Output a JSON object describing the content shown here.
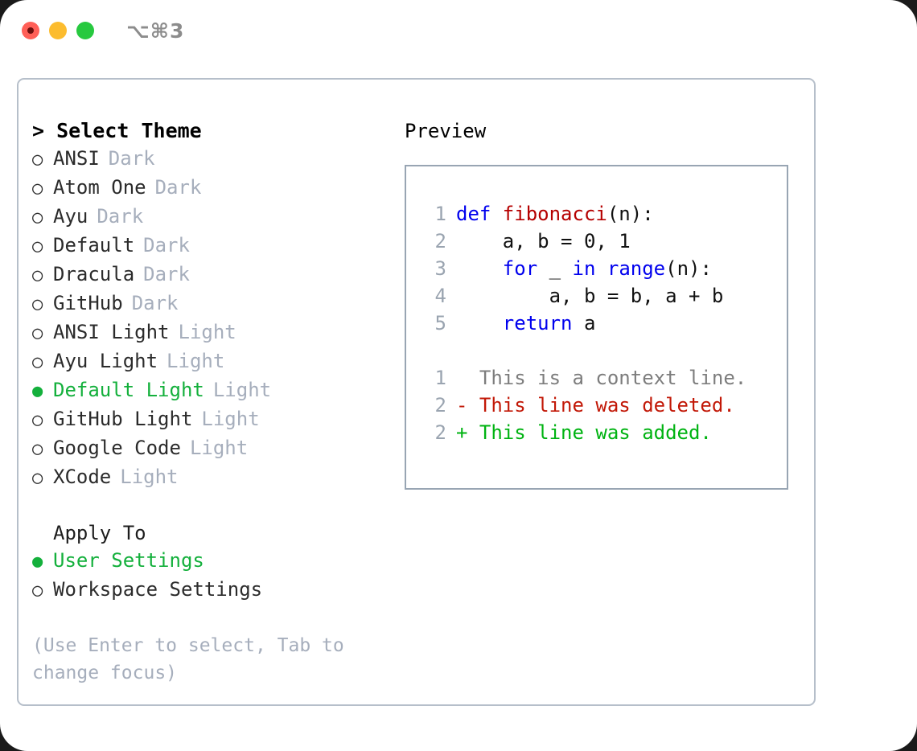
{
  "titlebar": {
    "shortcut": "⌥⌘3",
    "lights": [
      {
        "name": "close",
        "color": "#ff5f57"
      },
      {
        "name": "minimize",
        "color": "#fcbc2e"
      },
      {
        "name": "maximize",
        "color": "#27c93f"
      }
    ]
  },
  "theme_picker": {
    "heading": "> Select Theme",
    "bullet_selected": "●",
    "bullet_unselected": "○",
    "items": [
      {
        "name": "ANSI",
        "tag": "Dark",
        "selected": false
      },
      {
        "name": "Atom One",
        "tag": "Dark",
        "selected": false
      },
      {
        "name": "Ayu",
        "tag": "Dark",
        "selected": false
      },
      {
        "name": "Default",
        "tag": "Dark",
        "selected": false
      },
      {
        "name": "Dracula",
        "tag": "Dark",
        "selected": false
      },
      {
        "name": "GitHub",
        "tag": "Dark",
        "selected": false
      },
      {
        "name": "ANSI Light",
        "tag": "Light",
        "selected": false
      },
      {
        "name": "Ayu Light",
        "tag": "Light",
        "selected": false
      },
      {
        "name": "Default Light",
        "tag": "Light",
        "selected": true
      },
      {
        "name": "GitHub Light",
        "tag": "Light",
        "selected": false
      },
      {
        "name": "Google Code",
        "tag": "Light",
        "selected": false
      },
      {
        "name": "XCode",
        "tag": "Light",
        "selected": false
      }
    ]
  },
  "apply_to": {
    "heading": "Apply To",
    "options": [
      {
        "label": "User Settings",
        "selected": true
      },
      {
        "label": "Workspace Settings",
        "selected": false
      }
    ]
  },
  "hint": "(Use Enter to select, Tab to change focus)",
  "preview": {
    "heading": "Preview",
    "code_lines": [
      {
        "num": "1",
        "tokens": [
          {
            "t": "def ",
            "c": "kw"
          },
          {
            "t": "fibonacci",
            "c": "fn"
          },
          {
            "t": "(n):",
            "c": "pl"
          }
        ]
      },
      {
        "num": "2",
        "tokens": [
          {
            "t": "    a, b = 0, 1",
            "c": "pl"
          }
        ]
      },
      {
        "num": "3",
        "tokens": [
          {
            "t": "    ",
            "c": "pl"
          },
          {
            "t": "for",
            "c": "kw"
          },
          {
            "t": " _ ",
            "c": "pl"
          },
          {
            "t": "in",
            "c": "kw"
          },
          {
            "t": " ",
            "c": "pl"
          },
          {
            "t": "range",
            "c": "kw"
          },
          {
            "t": "(n):",
            "c": "pl"
          }
        ]
      },
      {
        "num": "4",
        "tokens": [
          {
            "t": "        a, b = b, a + b",
            "c": "pl"
          }
        ]
      },
      {
        "num": "5",
        "tokens": [
          {
            "t": "    ",
            "c": "pl"
          },
          {
            "t": "return",
            "c": "kw"
          },
          {
            "t": " a",
            "c": "pl"
          }
        ]
      }
    ],
    "diff_lines": [
      {
        "num": "1",
        "marker": " ",
        "text": "  This is a context line.",
        "kind": "ctx"
      },
      {
        "num": "2",
        "marker": " ",
        "text": "- This line was deleted.",
        "kind": "del"
      },
      {
        "num": "2",
        "marker": " ",
        "text": "+ This line was added.",
        "kind": "add"
      }
    ]
  },
  "colors": {
    "accent_green": "#14b03c",
    "tag_grey": "#a6aebc",
    "panel_border": "#b6bfca",
    "preview_border": "#98a5b3",
    "keyword_blue": "#0000ee",
    "function_red": "#b50000",
    "diff_delete": "#c21807",
    "diff_add": "#00b312",
    "diff_context": "#7d7d7d"
  }
}
